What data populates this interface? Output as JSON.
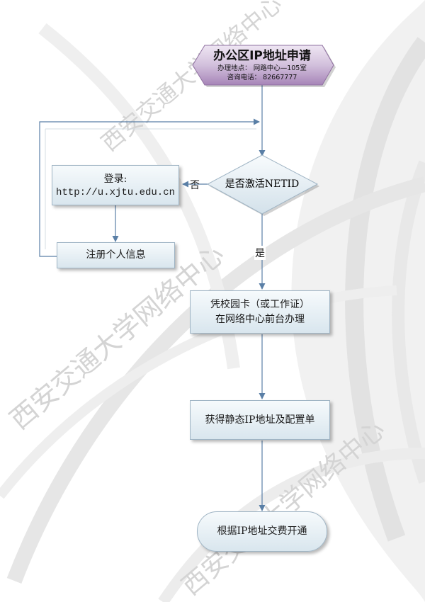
{
  "watermark": {
    "text_a": "西安交通大学网络中心",
    "text_b": "西安交通大学网络中心",
    "text_c": "西安交通大学网络中心"
  },
  "start": {
    "title": "办公区IP地址申请",
    "location": "办理地点： 网路中心—105室",
    "phone": "咨询电话：  82667777"
  },
  "decision": {
    "question": "是否激活NETID"
  },
  "edge_labels": {
    "no": "否",
    "yes": "是"
  },
  "login": {
    "label": "登录:",
    "url": "http://u.xjtu.edu.cn"
  },
  "register": {
    "label": "注册个人信息"
  },
  "step_card": {
    "line1": "凭校园卡（或工作证）",
    "line2": "在网络中心前台办理"
  },
  "step_ip": {
    "label": "获得静态IP地址及配置单"
  },
  "end": {
    "label": "根据IP地址交费开通"
  },
  "colors": {
    "connector": "#5a7fa6",
    "start_fill": "#b79cc4",
    "node_border": "#9fb4c4"
  }
}
